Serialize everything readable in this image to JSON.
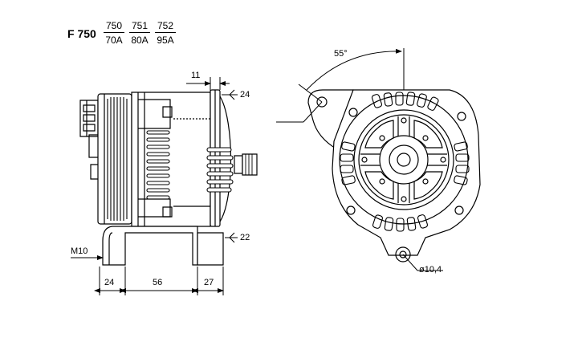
{
  "header": {
    "model": "F 750",
    "variants": [
      {
        "code": "750",
        "current": "70A"
      },
      {
        "code": "751",
        "current": "80A"
      },
      {
        "code": "752",
        "current": "95A"
      }
    ]
  },
  "dimensions": {
    "top_offset": "11",
    "upper_right": "24",
    "lower_right": "22",
    "bolt": "M10",
    "base_left": "24",
    "base_mid": "56",
    "base_right": "27",
    "angle": "55°",
    "hole": "ø10,4"
  }
}
